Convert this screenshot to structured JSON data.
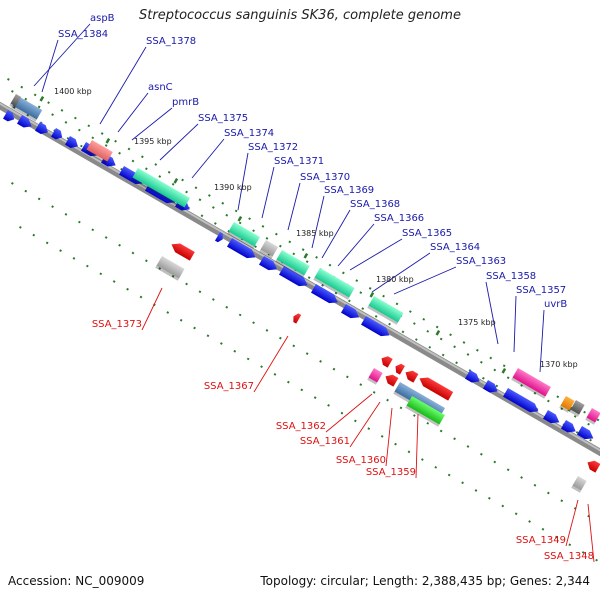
{
  "title": "Streptococcus sanguinis SK36, complete genome",
  "footer": {
    "accession": "Accession: NC_009009",
    "stats": "Topology: circular; Length: 2,388,435 bp; Genes: 2,344"
  },
  "colors": {
    "forward_cds": "#1010e0",
    "reverse_cds": "#ee0000",
    "forward_label": "#1a1aaa",
    "reverse_label": "#dd1111",
    "tick": "#2a7a2a",
    "backbone": "#8a8a8a"
  },
  "ticks": [
    "1400 kbp",
    "1395 kbp",
    "1390 kbp",
    "1385 kbp",
    "1380 kbp",
    "1375 kbp",
    "1370 kbp"
  ],
  "forward_genes": [
    "aspB",
    "SSA_1384",
    "SSA_1378",
    "asnC",
    "pmrB",
    "SSA_1375",
    "SSA_1374",
    "SSA_1372",
    "SSA_1371",
    "SSA_1370",
    "SSA_1369",
    "SSA_1368",
    "SSA_1366",
    "SSA_1365",
    "SSA_1364",
    "SSA_1363",
    "SSA_1358",
    "SSA_1357",
    "uvrB"
  ],
  "reverse_genes": [
    "SSA_1373",
    "SSA_1367",
    "SSA_1362",
    "SSA_1361",
    "SSA_1360",
    "SSA_1359",
    "SSA_1349",
    "SSA_1348"
  ]
}
